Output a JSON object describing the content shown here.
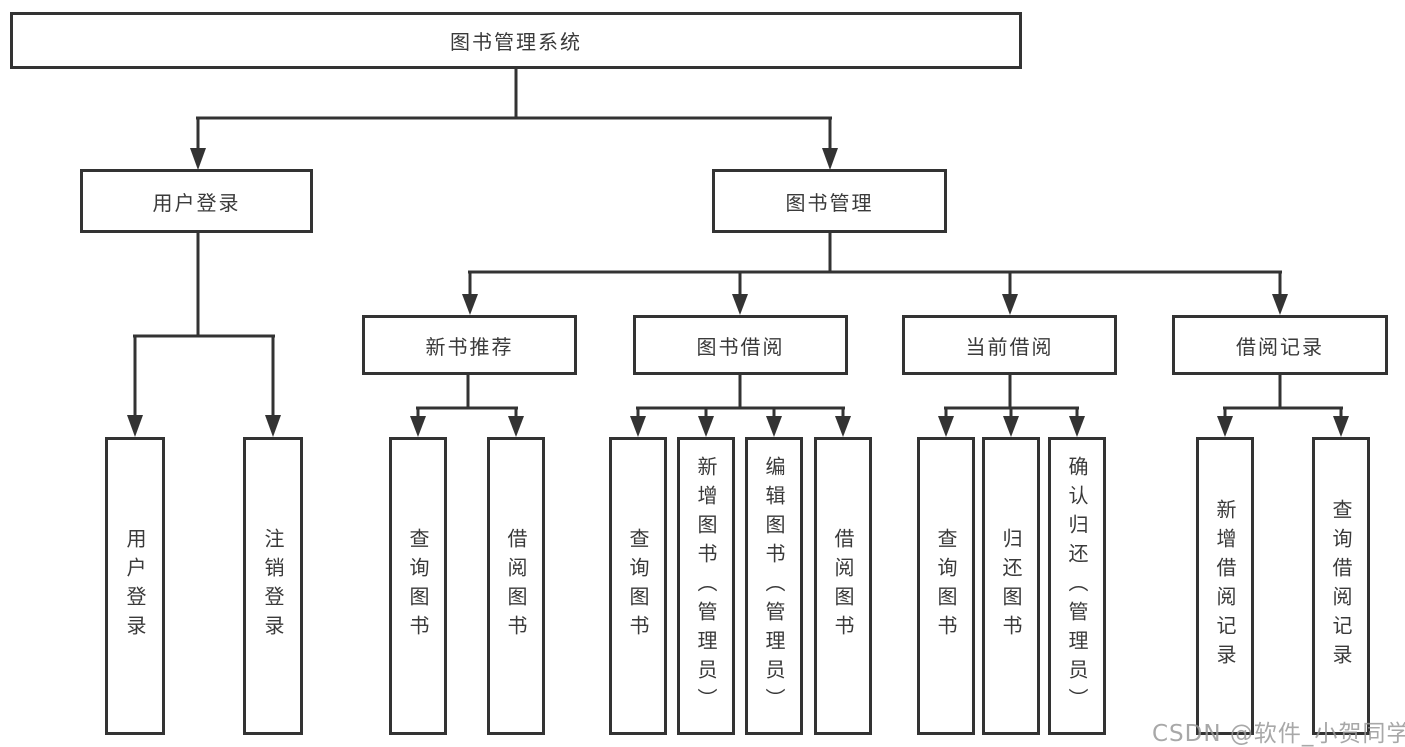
{
  "diagram": {
    "root": {
      "label": "图书管理系统"
    },
    "branches": [
      {
        "label": "用户登录",
        "children": [
          {
            "label": "用户登录"
          },
          {
            "label": "注销登录"
          }
        ]
      },
      {
        "label": "图书管理",
        "children": [
          {
            "label": "新书推荐",
            "children": [
              {
                "label": "查询图书"
              },
              {
                "label": "借阅图书"
              }
            ]
          },
          {
            "label": "图书借阅",
            "children": [
              {
                "label": "查询图书"
              },
              {
                "label": "新增图书（管理员）"
              },
              {
                "label": "编辑图书（管理员）"
              },
              {
                "label": "借阅图书"
              }
            ]
          },
          {
            "label": "当前借阅",
            "children": [
              {
                "label": "查询图书"
              },
              {
                "label": "归还图书"
              },
              {
                "label": "确认归还（管理员）"
              }
            ]
          },
          {
            "label": "借阅记录",
            "children": [
              {
                "label": "新增借阅记录"
              },
              {
                "label": "查询借阅记录"
              }
            ]
          }
        ]
      }
    ]
  },
  "watermark": {
    "text": "CSDN @软件_小贺同学"
  },
  "colors": {
    "line": "#333333",
    "text": "#3a3a3a",
    "background": "#ffffff",
    "watermark": "#999999"
  }
}
